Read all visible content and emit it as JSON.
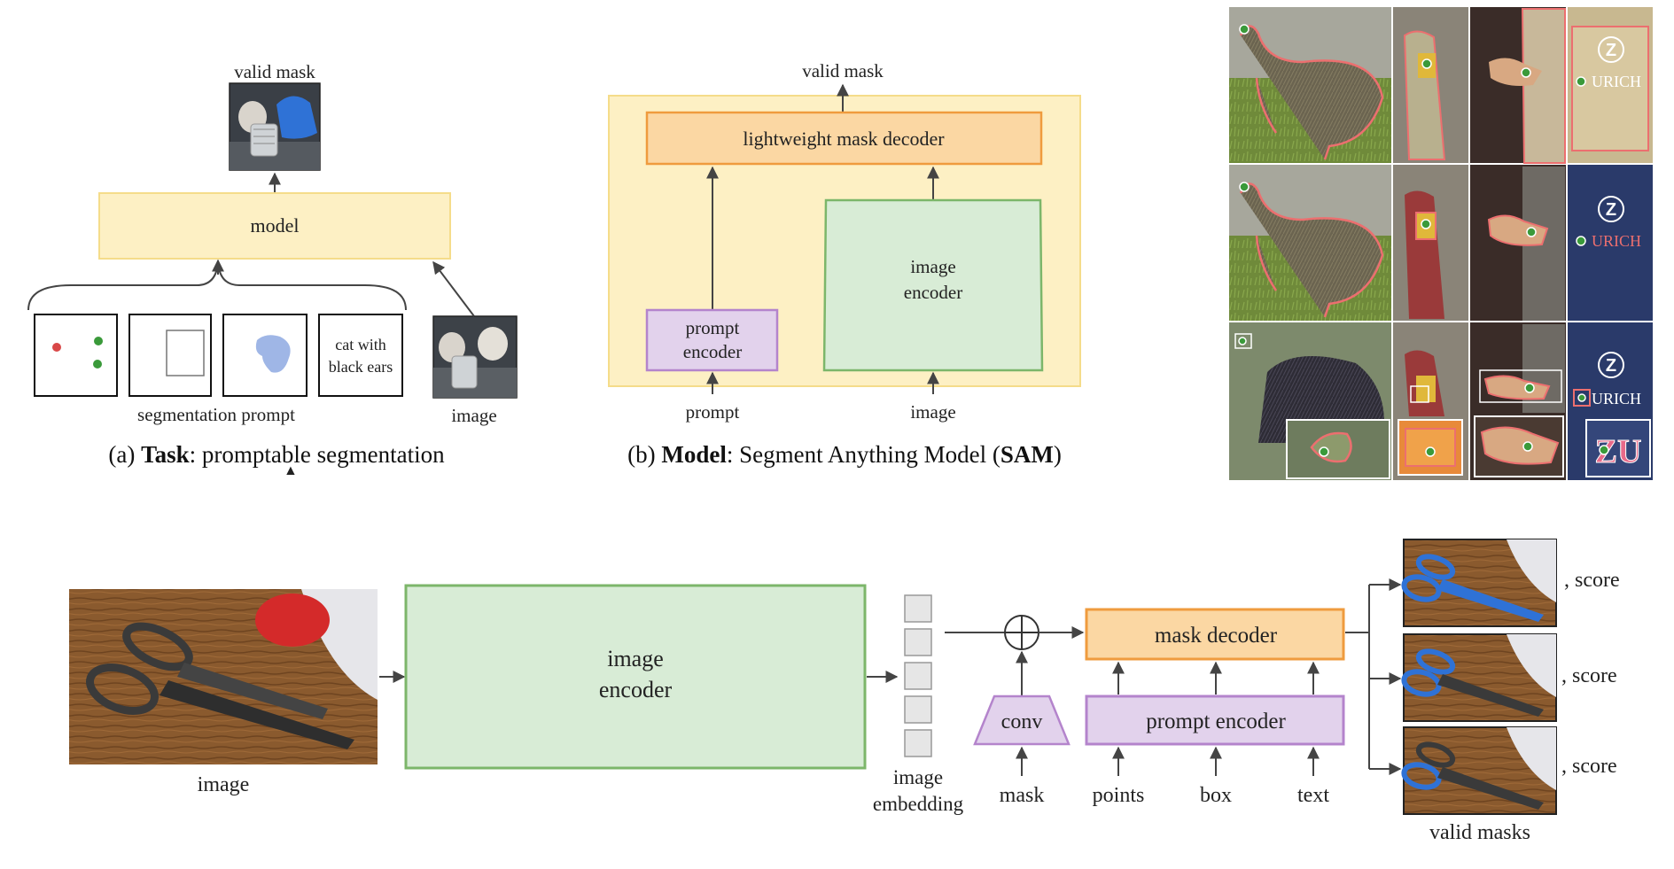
{
  "task_panel": {
    "valid_mask_label": "valid mask",
    "model_label": "model",
    "prompt_text_line1": "cat with",
    "prompt_text_line2": "black ears",
    "segmentation_prompt_label": "segmentation prompt",
    "image_label": "image",
    "caption_prefix": "(a) ",
    "caption_bold": "Task",
    "caption_rest": ": promptable segmentation"
  },
  "model_panel": {
    "valid_mask_label": "valid mask",
    "decoder_label": "lightweight mask decoder",
    "prompt_encoder_line1": "prompt",
    "prompt_encoder_line2": "encoder",
    "image_encoder_line1": "image",
    "image_encoder_line2": "encoder",
    "prompt_label": "prompt",
    "image_label": "image",
    "caption_prefix": "(b) ",
    "caption_bold1": "Model",
    "caption_mid": ": Segment Anything Model (",
    "caption_bold2": "SAM",
    "caption_end": ")"
  },
  "examples_grid": {
    "sign_text_top": "Z",
    "sign_text_bottom": "URICH",
    "sign_zoom_text": "ZU"
  },
  "pipeline": {
    "image_label": "image",
    "image_encoder_line1": "image",
    "image_encoder_line2": "encoder",
    "embedding_line1": "image",
    "embedding_line2": "embedding",
    "plus_symbol": "+",
    "conv_label": "conv",
    "mask_label": "mask",
    "mask_decoder_label": "mask decoder",
    "prompt_encoder_label": "prompt encoder",
    "points_label": "points",
    "box_label": "box",
    "text_label": "text",
    "score_label": ", score",
    "valid_masks_label": "valid masks"
  },
  "colors": {
    "yellow_fill": "#fdf0c4",
    "yellow_stroke": "#f5dc8a",
    "orange_fill": "#fbd7a3",
    "orange_stroke": "#ef9b3e",
    "green_fill": "#d8ecd6",
    "green_stroke": "#7cb66a",
    "purple_fill": "#e2d2ec",
    "purple_stroke": "#b484cc",
    "mask_blue": "#2f72d6",
    "outline_red": "#ec6f6f",
    "point_green": "#3a9a3a",
    "point_red": "#d94848"
  }
}
